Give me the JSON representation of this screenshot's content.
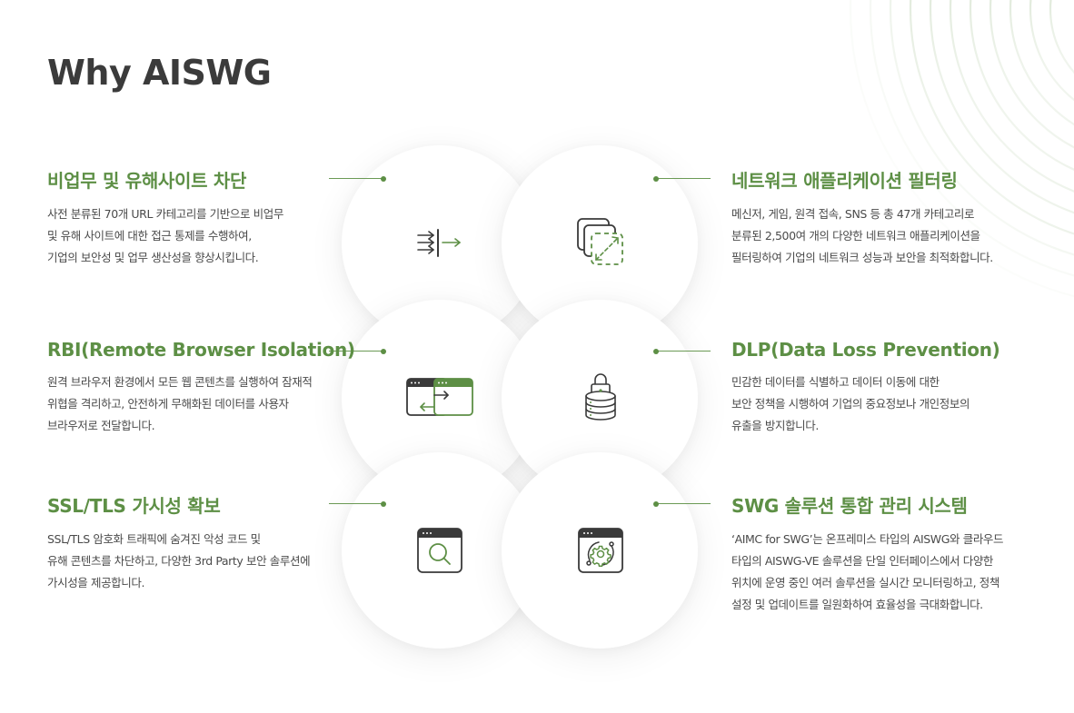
{
  "page": {
    "title": "Why AISWG"
  },
  "colors": {
    "accent_green": "#5d8f45",
    "title_gray": "#3b3b3b",
    "body_text": "#4a4a4a",
    "icon_dark": "#3a3a3a"
  },
  "features": [
    {
      "title": "비업무 및 유해사이트 차단",
      "icon": "block-arrows-icon",
      "lines": [
        "사전 분류된 70개 URL 카테고리를 기반으로 비업무",
        "및 유해 사이트에 대한 접근 통제를 수행하여,",
        "기업의 보안성 및 업무 생산성을 향상시킵니다."
      ]
    },
    {
      "title": "네트워크 애플리케이션 필터링",
      "icon": "layered-filter-icon",
      "lines": [
        "메신저, 게임, 원격 접속, SNS 등 총 47개 카테고리로",
        "분류된 2,500여 개의 다양한 네트워크 애플리케이션을",
        "필터링하여 기업의 네트워크 성능과 보안을 최적화합니다."
      ]
    },
    {
      "title": "RBI(Remote Browser Isolation)",
      "icon": "browser-isolation-icon",
      "lines": [
        "원격 브라우저 환경에서 모든 웹 콘텐츠를 실행하여 잠재적",
        "위협을 격리하고, 안전하게 무해화된 데이터를 사용자",
        "브라우저로 전달합니다."
      ]
    },
    {
      "title": "DLP(Data Loss Prevention)",
      "icon": "database-lock-icon",
      "lines": [
        "민감한 데이터를 식별하고 데이터 이동에 대한",
        "보안 정책을 시행하여 기업의 중요정보나 개인정보의",
        "유출을 방지합니다."
      ]
    },
    {
      "title": "SSL/TLS 가시성 확보",
      "icon": "browser-search-icon",
      "lines": [
        "SSL/TLS 암호화 트래픽에 숨겨진  악성 코드 및",
        "유해 콘텐츠를 차단하고, 다양한 3rd Party 보안 솔루션에",
        "가시성을 제공합니다."
      ]
    },
    {
      "title": "SWG 솔루션 통합 관리 시스템",
      "icon": "browser-gear-icon",
      "lines": [
        "‘AIMC for SWG’는 온프레미스 타입의 AISWG와 클라우드",
        "타입의 AISWG-VE 솔루션을 단일 인터페이스에서 다양한",
        "위치에 운영 중인 여러 솔루션을 실시간 모니터링하고, 정책",
        "설정 및 업데이트를 일원화하여 효율성을 극대화합니다."
      ]
    }
  ]
}
